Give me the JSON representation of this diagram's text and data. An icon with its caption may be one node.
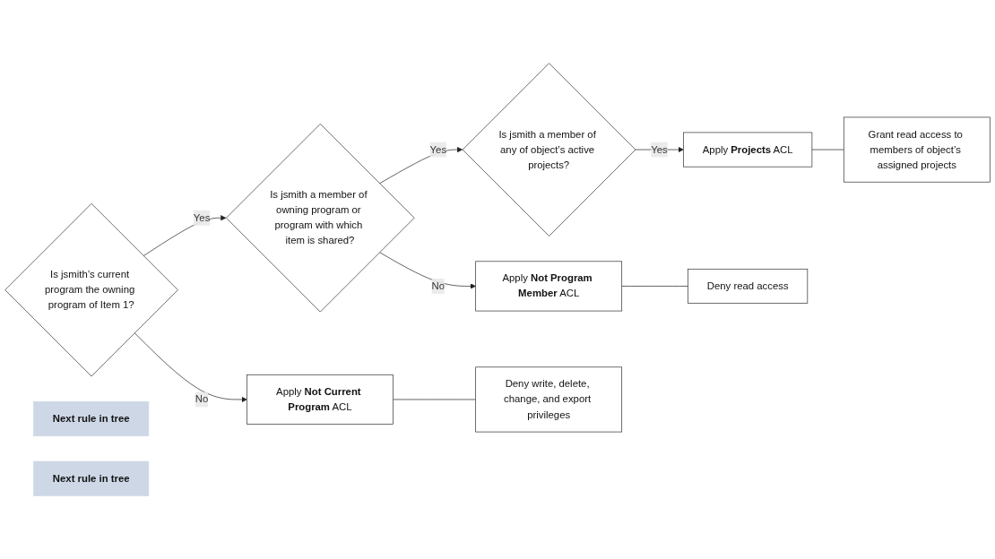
{
  "diagram": {
    "nodes": [
      {
        "text": [
          "Is jsmith’s current program the owning program of Item 1?"
        ]
      },
      {
        "text": [
          "Is jsmith a member of owning program or program with which item is shared?"
        ]
      },
      {
        "text": [
          "Next rule in tree"
        ]
      },
      {
        "text": [
          "Is jsmith a member of any of object’s active projects?"
        ]
      },
      {
        "text": [
          "Next rule in tree"
        ]
      },
      {
        "text": [
          "Apply **Projects** ACL"
        ]
      },
      {
        "text": [
          "Grant read access to members of object’s assigned projects"
        ]
      },
      {
        "text": [
          "Apply **Not Current Program** ACL"
        ]
      },
      {
        "text": [
          "Deny write, delete, change, and export privileges"
        ]
      },
      {
        "text": [
          "Apply **Not Program Member** ACL"
        ]
      },
      {
        "text": [
          "Deny read access"
        ]
      }
    ],
    "edges": [
      {
        "from": 0,
        "to": 1,
        "arrow": "to",
        "label": "Yes"
      },
      {
        "from": 1,
        "to": 3,
        "arrow": "to",
        "label": "Yes"
      },
      {
        "from": 3,
        "to": 5,
        "arrow": "to",
        "label": "Yes"
      },
      {
        "from": 0,
        "to": 7,
        "arrow": "to",
        "label": "No"
      },
      {
        "from": 1,
        "to": 9,
        "arrow": "to",
        "label": "No"
      },
      {
        "from": 5,
        "to": 6,
        "arrow": "none"
      },
      {
        "from": 7,
        "to": 8,
        "arrow": "none"
      },
      {
        "from": 9,
        "to": 10,
        "arrow": "none"
      }
    ]
  }
}
